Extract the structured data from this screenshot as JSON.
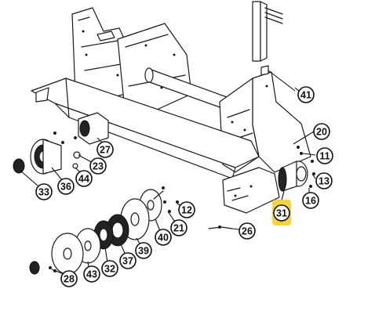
{
  "diagram": {
    "highlight_color": "#f5d33f",
    "callouts": [
      {
        "id": "c41",
        "label": "41"
      },
      {
        "id": "c20",
        "label": "20"
      },
      {
        "id": "c11",
        "label": "11"
      },
      {
        "id": "c13",
        "label": "13"
      },
      {
        "id": "c16",
        "label": "16"
      },
      {
        "id": "c31",
        "label": "31",
        "highlighted": true
      },
      {
        "id": "c27",
        "label": "27"
      },
      {
        "id": "c23",
        "label": "23"
      },
      {
        "id": "c44",
        "label": "44"
      },
      {
        "id": "c36",
        "label": "36"
      },
      {
        "id": "c33",
        "label": "33"
      },
      {
        "id": "c12",
        "label": "12"
      },
      {
        "id": "c21",
        "label": "21"
      },
      {
        "id": "c40",
        "label": "40"
      },
      {
        "id": "c26",
        "label": "26"
      },
      {
        "id": "c39",
        "label": "39"
      },
      {
        "id": "c37",
        "label": "37"
      },
      {
        "id": "c32",
        "label": "32"
      },
      {
        "id": "c43",
        "label": "43"
      },
      {
        "id": "c28",
        "label": "28"
      }
    ]
  }
}
